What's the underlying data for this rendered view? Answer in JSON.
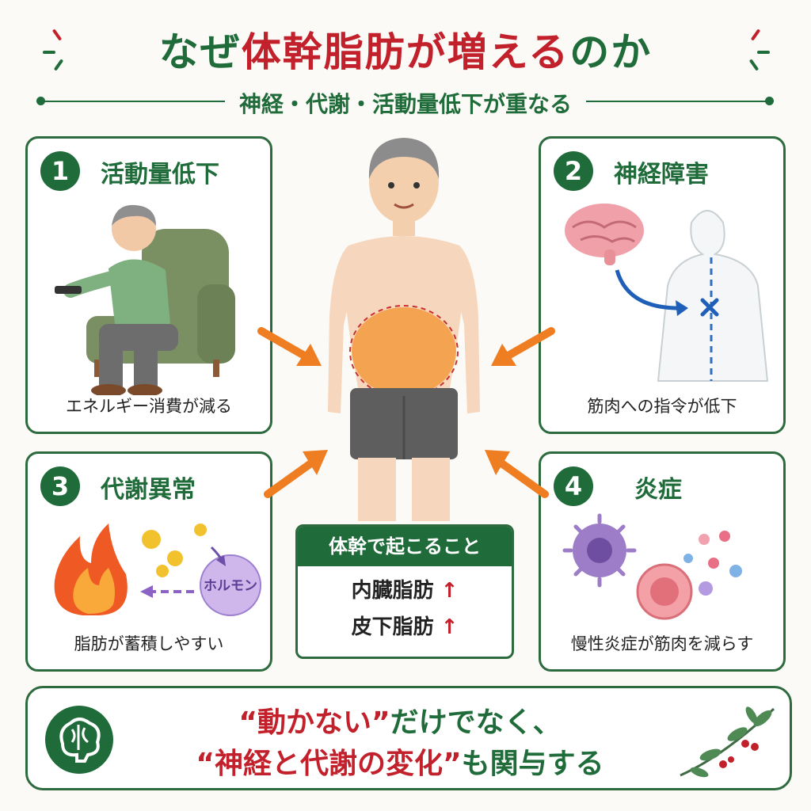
{
  "title": {
    "part1": "なぜ",
    "part2": "体幹脂肪が増える",
    "part3": "のか"
  },
  "subtitle": "神経・代謝・活動量低下が重なる",
  "colors": {
    "green": "#1f6b3a",
    "red": "#c2202b",
    "orange": "#ef7d22"
  },
  "cards": [
    {
      "number": "1",
      "title": "活動量低下",
      "caption": "エネルギー消費が減る"
    },
    {
      "number": "2",
      "title": "神経障害",
      "caption": "筋肉への指令が低下"
    },
    {
      "number": "3",
      "title": "代謝異常",
      "caption": "脂肪が蓄積しやすい",
      "hormone_label": "ホルモン"
    },
    {
      "number": "4",
      "title": "炎症",
      "caption": "慢性炎症が筋肉を減らす"
    }
  ],
  "center_box": {
    "heading": "体幹で起こること",
    "rows": [
      {
        "label": "内臓脂肪",
        "arrow": "↑"
      },
      {
        "label": "皮下脂肪",
        "arrow": "↑"
      }
    ]
  },
  "footer": {
    "line1_quoted": "“動かない”",
    "line1_rest": "だけでなく、",
    "line2_quoted": "“神経と代謝の変化”",
    "line2_rest": "も関与する"
  },
  "icons": [
    "brain-icon",
    "flame-icon",
    "remote-icon",
    "armchair-icon",
    "germ-icon",
    "cell-icon",
    "leaf-branch-icon"
  ]
}
